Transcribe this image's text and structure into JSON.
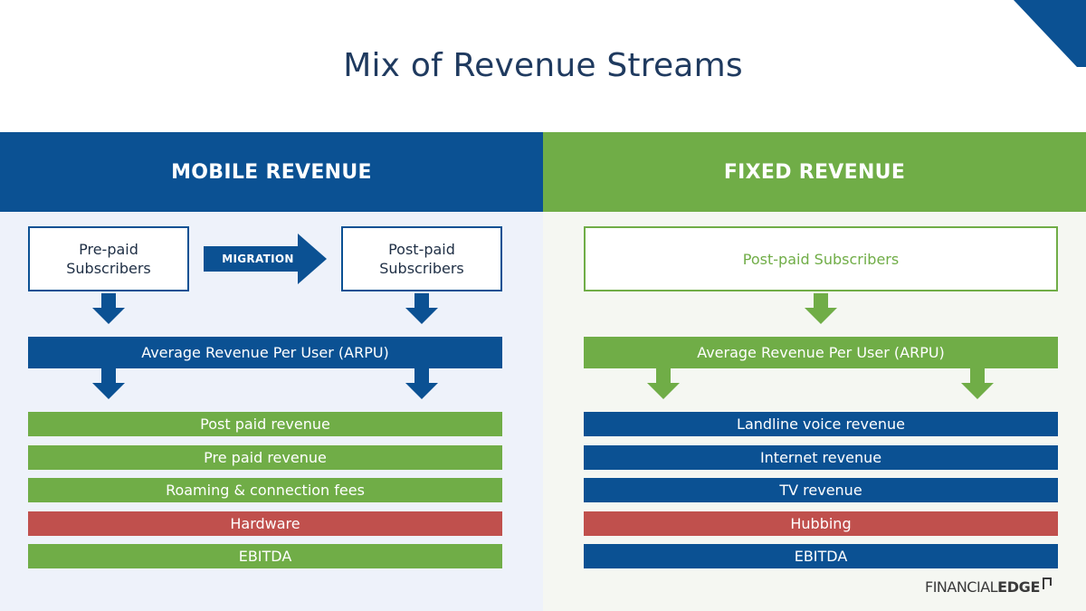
{
  "title": "Mix of Revenue Streams",
  "colors": {
    "navy": "#0b5193",
    "green": "#70ad47",
    "red": "#c0504d",
    "title": "#1f3a5f"
  },
  "mobile": {
    "header": "MOBILE REVENUE",
    "prepaid": "Pre-paid\nSubscribers",
    "postpaid": "Post-paid\nSubscribers",
    "migration": "MIGRATION",
    "arpu": "Average Revenue Per User (ARPU)",
    "streams": [
      {
        "label": "Post paid revenue",
        "color": "green"
      },
      {
        "label": "Pre paid revenue",
        "color": "green"
      },
      {
        "label": "Roaming & connection fees",
        "color": "green"
      },
      {
        "label": "Hardware",
        "color": "red"
      },
      {
        "label": "EBITDA",
        "color": "green"
      }
    ]
  },
  "fixed": {
    "header": "FIXED REVENUE",
    "postpaid": "Post-paid Subscribers",
    "arpu": "Average Revenue Per User (ARPU)",
    "streams": [
      {
        "label": "Landline voice revenue",
        "color": "navy"
      },
      {
        "label": "Internet revenue",
        "color": "navy"
      },
      {
        "label": "TV revenue",
        "color": "navy"
      },
      {
        "label": "Hubbing",
        "color": "red"
      },
      {
        "label": "EBITDA",
        "color": "navy"
      }
    ]
  },
  "logo": {
    "text_light": "FINANCIAL",
    "text_bold": "EDGE"
  }
}
